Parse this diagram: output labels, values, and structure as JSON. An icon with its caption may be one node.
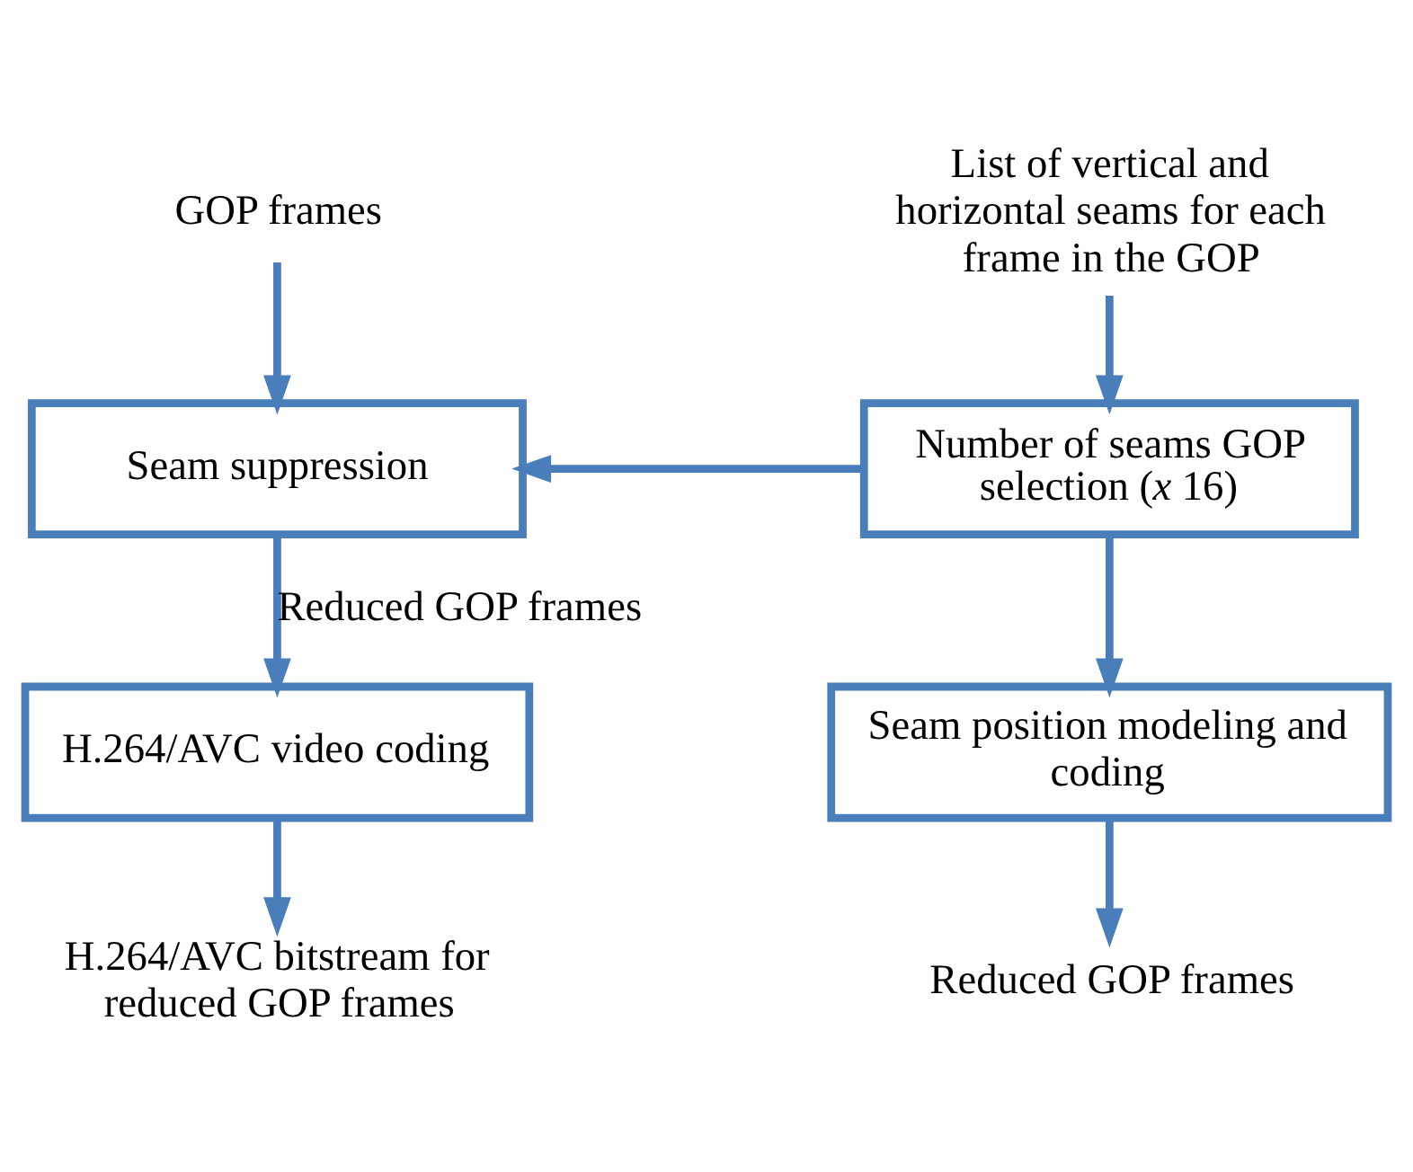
{
  "diagram": {
    "nodes": [
      {
        "text": [
          "GOP frames"
        ]
      },
      {
        "text": [
          "List of vertical and horizontal seams for each frame in the GOP"
        ]
      },
      {
        "text": [
          "Seam suppression"
        ]
      },
      {
        "text": [
          "Number of seams GOP selection (*x* 16)"
        ]
      },
      {
        "text": [
          "H.264/AVC video coding"
        ]
      },
      {
        "text": [
          "Seam position modeling and coding"
        ]
      },
      {
        "text": [
          "H.264/AVC bitstream for reduced GOP frames"
        ]
      },
      {
        "text": [
          "Reduced GOP frames"
        ]
      }
    ],
    "edges": [
      {
        "from": 0,
        "to": 2,
        "arrow": "to"
      },
      {
        "from": 1,
        "to": 3,
        "arrow": "to"
      },
      {
        "from": 3,
        "to": 2,
        "arrow": "to"
      },
      {
        "from": 2,
        "to": 4,
        "arrow": "to",
        "label": "Reduced GOP frames"
      },
      {
        "from": 3,
        "to": 5,
        "arrow": "to"
      },
      {
        "from": 4,
        "to": 6,
        "arrow": "to"
      },
      {
        "from": 5,
        "to": 7,
        "arrow": "to"
      }
    ]
  }
}
